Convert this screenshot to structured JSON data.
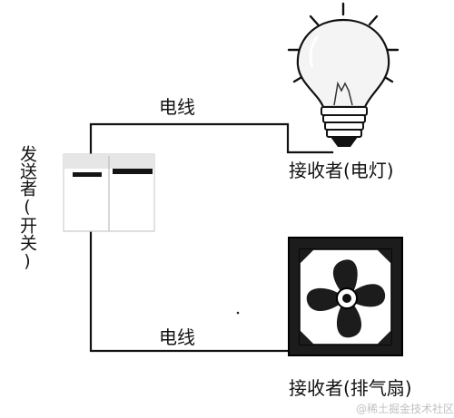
{
  "labels": {
    "wire_top": "电线",
    "wire_bottom": "电线",
    "sender": "发送者(开关)",
    "receiver_lamp": "接收者(电灯)",
    "receiver_fan": "接收者(排气扇)"
  },
  "watermark": "@稀土掘金技术社区",
  "colors": {
    "ink": "#111111",
    "bulb_fill": "#f4f4f4",
    "fan_frame": "#1c1c1c",
    "watermark": "#c0c0c0"
  }
}
